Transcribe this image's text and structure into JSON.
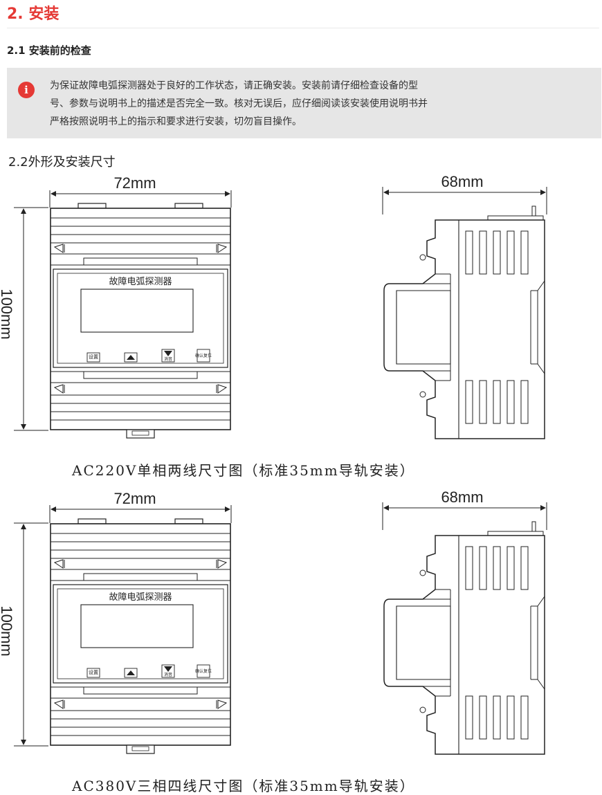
{
  "section": {
    "title": "2. 安装"
  },
  "subsection_check": {
    "title": "2.1 安装前的检查"
  },
  "notice": {
    "icon": "info-icon",
    "lines": [
      "为保证故障电弧探测器处于良好的工作状态，请正确安装。安装前请仔细检查设备的型",
      "号、参数与说明书上的描述是否完全一致。核对无误后，应仔细阅读该安装使用说明书并",
      "严格按照说明书上的指示和要求进行安装，切勿盲目操作。"
    ]
  },
  "subsection_dims": {
    "title": "2.2外形及安装尺寸"
  },
  "figures": [
    {
      "width_label": "72mm",
      "height_label": "100mm",
      "depth_label": "68mm",
      "device_name": "故障电弧探测器",
      "buttons": [
        "设置",
        "",
        "消音",
        "确认复位"
      ],
      "caption": "AC220V单相两线尺寸图（标准35mm导轨安装）"
    },
    {
      "width_label": "72mm",
      "height_label": "100mm",
      "depth_label": "68mm",
      "device_name": "故障电弧探测器",
      "buttons": [
        "设置",
        "",
        "消音",
        "确认复位"
      ],
      "caption": "AC380V三相四线尺寸图（标准35mm导轨安装）"
    }
  ],
  "colors": {
    "accent": "#e53935",
    "notice_bg": "#e6e6e6"
  }
}
